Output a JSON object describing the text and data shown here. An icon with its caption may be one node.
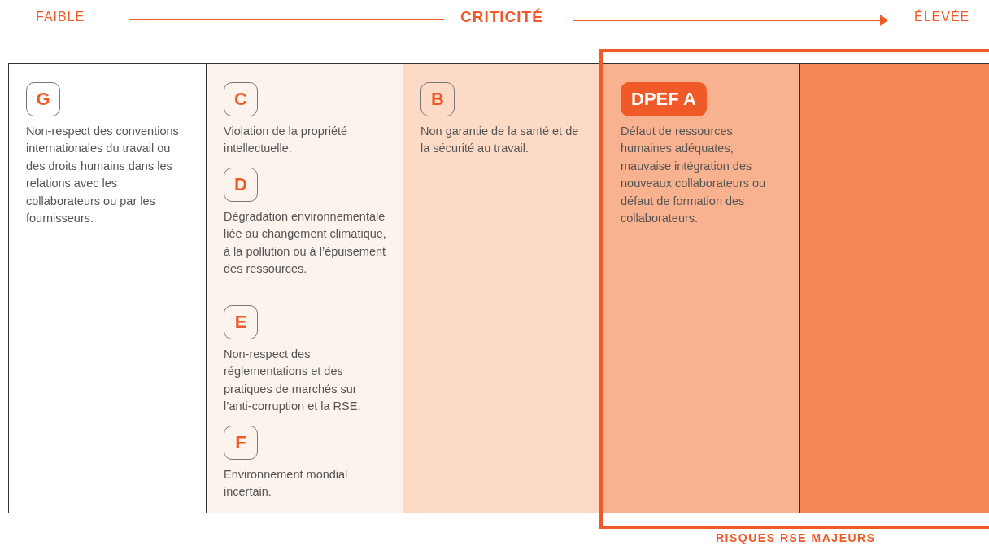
{
  "diagram": {
    "nodes": [
      {
        "text": [],
        "shape": "box"
      },
      {
        "text": [
          "G"
        ],
        "in": 0,
        "beside": [
          "Non-respect des conventions internationales du travail ou des droits humains dans les relations avec les collaborateurs ou par les fournisseurs."
        ]
      },
      {
        "text": [],
        "shape": "box"
      },
      {
        "text": [
          "C"
        ],
        "in": 2,
        "beside": [
          "Violation de la propriété intellectuelle."
        ]
      },
      {
        "text": [
          "D"
        ],
        "in": 2,
        "beside": [
          "Dégradation environnementale liée au changement climatique, à la pollution ou à l’épuisement des ressources."
        ]
      },
      {
        "text": [
          "E"
        ],
        "in": 2,
        "beside": [
          "Non-respect des réglementations et des pratiques de marchés sur l’anti-corruption et la RSE."
        ]
      },
      {
        "text": [
          "F"
        ],
        "in": 2,
        "beside": [
          "Environnement mondial incertain."
        ]
      },
      {
        "text": [],
        "shape": "box"
      },
      {
        "text": [
          "B"
        ],
        "in": 7,
        "beside": [
          "Non garantie de la santé et de la sécurité au travail."
        ]
      },
      {
        "text": [
          "RISQUES RSE MAJEURS"
        ]
      },
      {
        "text": [],
        "shape": "box",
        "in": 9
      },
      {
        "text": [
          "DPEF A"
        ],
        "in": 10,
        "beside": [
          "Défaut de ressources humaines adéquates, mauvaise intégration des nouveaux collaborateurs ou défaut de formation des collaborateurs."
        ]
      },
      {
        "text": [],
        "shape": "box",
        "in": 9
      }
    ],
    "labels": [
      "FAIBLE",
      "CRITICITÉ",
      "ÉLEVÉE"
    ]
  }
}
